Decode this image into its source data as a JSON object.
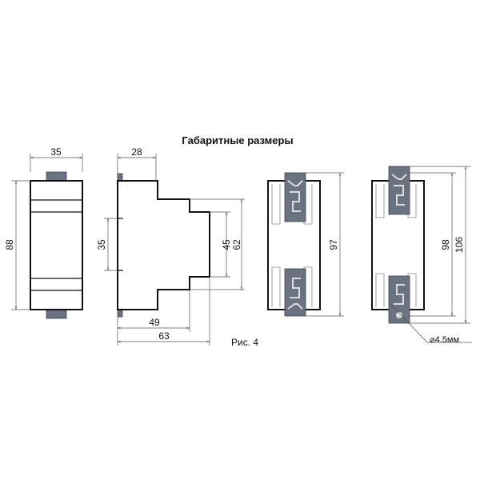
{
  "title": "Габаритные размеры",
  "figure_label": "Рис. 4",
  "front_view": {
    "width": "35",
    "height": "88"
  },
  "side_view": {
    "depth_top": "28",
    "rail": "35",
    "inner_height": "45",
    "outer_height": "62",
    "depth_mid": "49",
    "depth_total": "63"
  },
  "rear_view_1": {
    "height": "97"
  },
  "rear_view_2": {
    "height_inner": "98",
    "height_total": "106",
    "hole": "⌀4.5мм"
  },
  "colors": {
    "clip": "#6b7280",
    "line": "#111111"
  }
}
